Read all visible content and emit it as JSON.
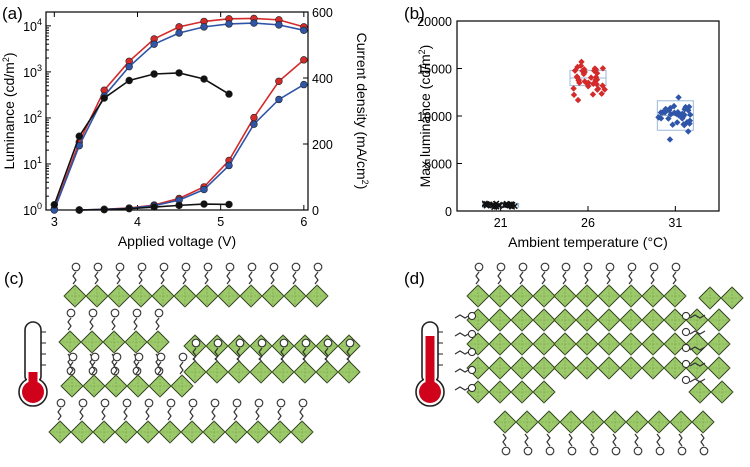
{
  "panels": {
    "a": "(a)",
    "b": "(b)",
    "c": "(c)",
    "d": "(d)"
  },
  "chart_data": [
    {
      "type": "line",
      "panel": "(a)",
      "xlabel": "Applied voltage (V)",
      "ylabel_left": "Luminance (cd/m2)",
      "ylabel_right": "Current density (mA/cm2)",
      "xlim": [
        2.9,
        6.05
      ],
      "ylim_left": [
        1,
        20000
      ],
      "yscale_left": "log",
      "ylim_right": [
        0,
        600
      ],
      "x_ticks": [
        "3",
        "4",
        "5",
        "6"
      ],
      "y_left_ticks": [
        {
          "base": "10",
          "exp": "0",
          "value": 1
        },
        {
          "base": "10",
          "exp": "1",
          "value": 10
        },
        {
          "base": "10",
          "exp": "2",
          "value": 100
        },
        {
          "base": "10",
          "exp": "3",
          "value": 1000
        },
        {
          "base": "10",
          "exp": "4",
          "value": 10000
        }
      ],
      "y_right_ticks": [
        "0",
        "200",
        "400",
        "600"
      ],
      "colors": {
        "red": "#d42a2a",
        "blue": "#2f55a8",
        "black": "#111111"
      },
      "luminance_series": [
        {
          "color": "red",
          "x": [
            3.0,
            3.3,
            3.6,
            3.9,
            4.2,
            4.5,
            4.8,
            5.1,
            5.4,
            5.7,
            6.0
          ],
          "y": [
            1.05,
            30,
            400,
            1700,
            5200,
            9500,
            12500,
            14200,
            14500,
            13500,
            9500
          ]
        },
        {
          "color": "blue",
          "x": [
            3.0,
            3.3,
            3.6,
            3.9,
            4.2,
            4.5,
            4.8,
            5.1,
            5.4,
            5.7,
            6.0
          ],
          "y": [
            1.0,
            25,
            300,
            1300,
            4000,
            7000,
            9500,
            11000,
            11500,
            10500,
            8000
          ]
        },
        {
          "color": "black",
          "x": [
            3.0,
            3.3,
            3.6,
            3.9,
            4.2,
            4.5,
            4.8,
            5.1
          ],
          "y": [
            1.3,
            40,
            270,
            650,
            900,
            950,
            700,
            330
          ]
        }
      ],
      "current_series": [
        {
          "color": "red",
          "x": [
            3.3,
            3.6,
            3.9,
            4.2,
            4.5,
            4.8,
            5.1,
            5.4,
            5.7,
            6.0
          ],
          "y": [
            0,
            2,
            6,
            15,
            35,
            70,
            150,
            280,
            390,
            455
          ]
        },
        {
          "color": "blue",
          "x": [
            3.3,
            3.6,
            3.9,
            4.2,
            4.5,
            4.8,
            5.1,
            5.4,
            5.7,
            6.0
          ],
          "y": [
            0,
            2,
            5,
            13,
            30,
            62,
            135,
            260,
            335,
            380
          ]
        },
        {
          "color": "black",
          "x": [
            3.3,
            3.6,
            3.9,
            4.2,
            4.5,
            4.8,
            5.1
          ],
          "y": [
            0,
            1,
            4,
            9,
            14,
            18,
            17
          ]
        }
      ]
    },
    {
      "type": "scatter",
      "panel": "(b)",
      "xlabel": "Ambient temperature (°C)",
      "ylabel": "Max luminance (cd/m2)",
      "ylim": [
        0,
        20000
      ],
      "y_ticks": [
        "0",
        "5000",
        "10000",
        "15000",
        "20000"
      ],
      "categories": [
        "21",
        "26",
        "31"
      ],
      "groups": [
        {
          "category": "21",
          "color": "#111111",
          "marker": "x",
          "center": 600,
          "spread": 450,
          "n": 30,
          "box": {
            "q1": 400,
            "q3": 800
          }
        },
        {
          "category": "26",
          "color": "#d42a2a",
          "marker": "diamond",
          "center": 14000,
          "spread": 3200,
          "n": 38,
          "box": {
            "q1": 13200,
            "q3": 14800
          }
        },
        {
          "category": "31",
          "color": "#2f55a8",
          "marker": "diamond",
          "center": 10000,
          "spread": 3200,
          "n": 36,
          "box": {
            "q1": 8500,
            "q3": 11600
          }
        }
      ]
    }
  ],
  "illustrations": {
    "c": {
      "thermometer_fill": "low",
      "structure": "layered"
    },
    "d": {
      "thermometer_fill": "high",
      "structure": "merged"
    },
    "colors": {
      "octahedron": "#9cc96a",
      "octahedron_dark": "#6f9d42",
      "mercury": "#d0021b"
    }
  }
}
